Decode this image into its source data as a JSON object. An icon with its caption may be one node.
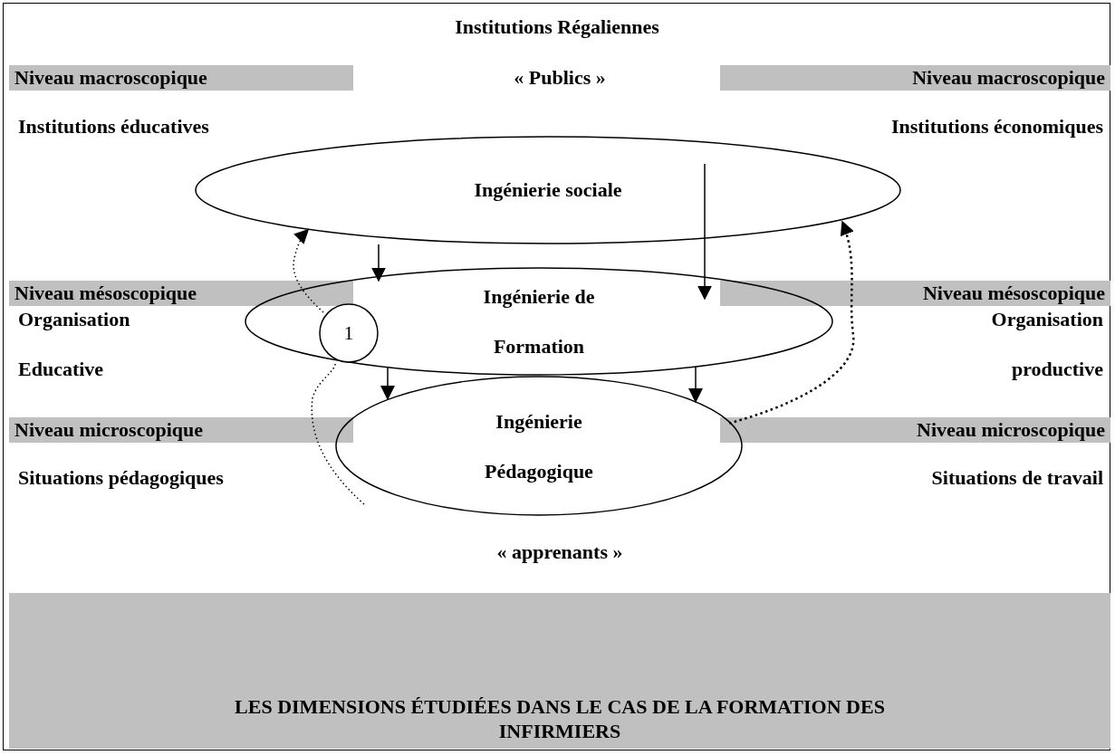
{
  "diagram": {
    "caption": "LES DIMENSIONS ÉTUDIÉES DANS LE CAS DE LA FORMATION DES INFIRMIERS",
    "nodes": [
      {
        "text": [
          "Ingénierie sociale"
        ]
      },
      {
        "text": [
          "Ingénierie de Formation"
        ]
      },
      {
        "text": [
          "Ingénierie Pédagogique"
        ]
      },
      {
        "text": [
          "1"
        ],
        "in": 1
      }
    ],
    "edges": [
      {
        "from": 0,
        "to": 1,
        "arrow": "to"
      },
      {
        "from": 0,
        "to": 1,
        "arrow": "to"
      },
      {
        "from": 1,
        "to": 2,
        "arrow": "to"
      },
      {
        "from": 1,
        "to": 2,
        "arrow": "to"
      },
      {
        "from": 2,
        "to": 3,
        "arrow": "none",
        "style": "dashed"
      },
      {
        "from": 3,
        "to": 0,
        "arrow": "to",
        "style": "dashed"
      },
      {
        "from": 2,
        "to": 0,
        "arrow": "to",
        "style": "dashed"
      }
    ],
    "labels": [
      "Institutions Régaliennes",
      "Niveau macroscopique",
      "« Publics »",
      "Niveau macroscopique",
      "Institutions éducatives",
      "Institutions économiques",
      "Niveau mésoscopique",
      "Niveau mésoscopique",
      "Organisation Educative",
      "Organisation productive",
      "Niveau microscopique",
      "Niveau microscopique",
      "Situations pédagogiques",
      "Situations de travail",
      "« apprenants »"
    ]
  }
}
